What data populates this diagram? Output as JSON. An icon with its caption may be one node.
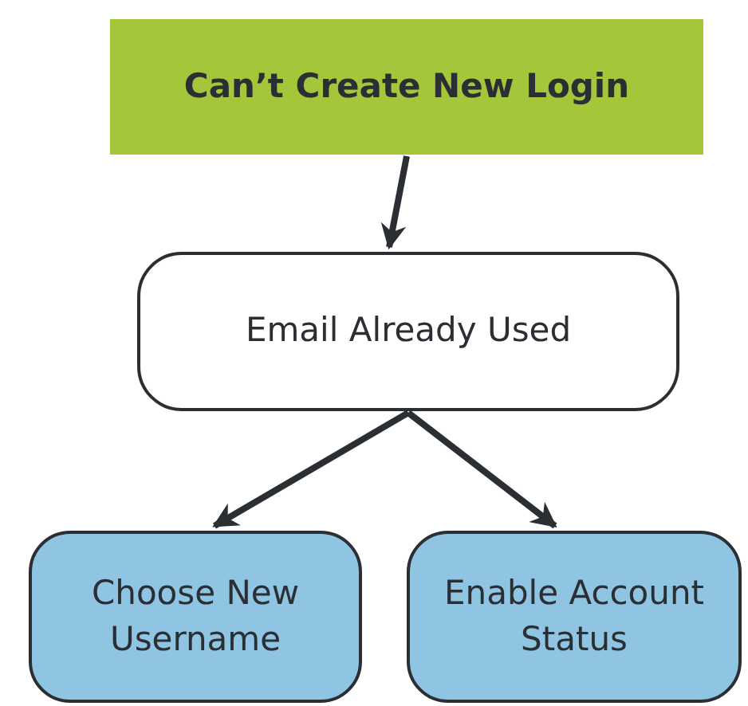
{
  "diagram": {
    "nodes": [
      {
        "text": [
          "Can’t Create New Login"
        ]
      },
      {
        "text": [
          "Email Already Used"
        ]
      },
      {
        "text": [
          "Choose New Username"
        ]
      },
      {
        "text": [
          "Enable Account Status"
        ]
      }
    ],
    "edges": [
      {
        "from": 0,
        "to": 1,
        "arrow": "to"
      },
      {
        "from": 1,
        "to": 2,
        "arrow": "to"
      },
      {
        "from": 1,
        "to": 3,
        "arrow": "to"
      }
    ]
  }
}
